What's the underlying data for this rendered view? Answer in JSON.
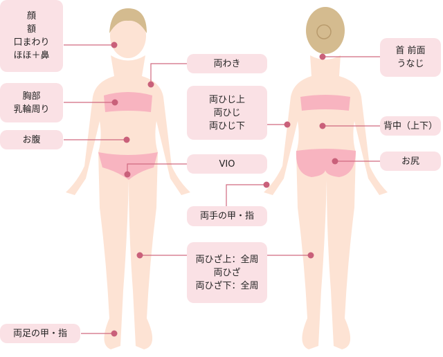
{
  "colors": {
    "label_bg": "#fae1e5",
    "line": "#d0697f",
    "dot": "#c9607a",
    "skin": "#fde3d4",
    "underwear": "#f8b4c0",
    "hair": "#d4bb8f"
  },
  "labels": {
    "face": [
      "顔",
      "額",
      "口まわり",
      "ほほ＋鼻"
    ],
    "chest": [
      "胸部",
      "乳輪周り"
    ],
    "belly": [
      "お腹"
    ],
    "armpit": [
      "両わき"
    ],
    "elbow": [
      "両ひじ上",
      "両ひじ",
      "両ひじ下"
    ],
    "vio": [
      "VIO"
    ],
    "hand": [
      "両手の甲・指"
    ],
    "knee": [
      "両ひざ上：全周",
      "両ひざ",
      "両ひざ下：全周"
    ],
    "foot": [
      "両足の甲・指"
    ],
    "neck": [
      "首 前面",
      "うなじ"
    ],
    "back": [
      "背中（上下）"
    ],
    "hip": [
      "お尻"
    ]
  }
}
